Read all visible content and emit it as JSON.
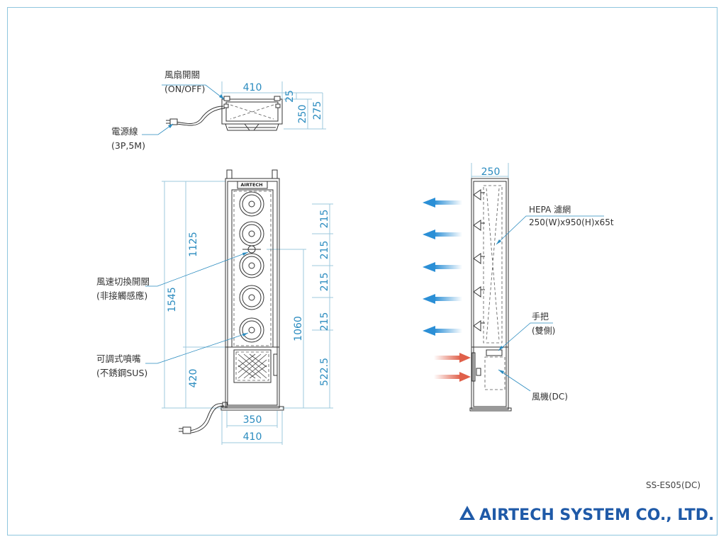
{
  "labels": {
    "fan_switch_line1": "風扇開關",
    "fan_switch_line2": "(ON/OFF)",
    "power_cord_line1": "電源線",
    "power_cord_line2": "(3P,5M)",
    "speed_switch_line1": "風速切換開關",
    "speed_switch_line2": "(非接觸感應)",
    "nozzle_line1": "可調式噴嘴",
    "nozzle_line2": "(不銹鋼SUS)",
    "hepa_line1": "HEPA 濾網",
    "hepa_line2": "250(W)x950(H)x65t",
    "handle_line1": "手把",
    "handle_line2": "(雙側)",
    "fan_line1": "風機(DC)",
    "device_brand": "AIRTECH"
  },
  "dimensions": {
    "top_width": "410",
    "top_depth_small": "25",
    "top_depth_250": "250",
    "top_depth_275": "275",
    "front_total_height": "1545",
    "front_upper_height": "1125",
    "front_lower_height": "420",
    "front_1060": "1060",
    "nozzle_spacing": [
      "215",
      "215",
      "215",
      "215"
    ],
    "front_522_5": "522.5",
    "base_inner_width": "350",
    "base_outer_width": "410",
    "side_depth": "250"
  },
  "footer": {
    "model": "SS-ES05(DC)",
    "company": "AIRTECH SYSTEM CO., LTD."
  },
  "colors": {
    "border": "#8fc6de",
    "dimension": "#2a8bbf",
    "airflow_out": "#2b8fd6",
    "airflow_in": "#e0604a",
    "brand": "#1f5aa8"
  }
}
